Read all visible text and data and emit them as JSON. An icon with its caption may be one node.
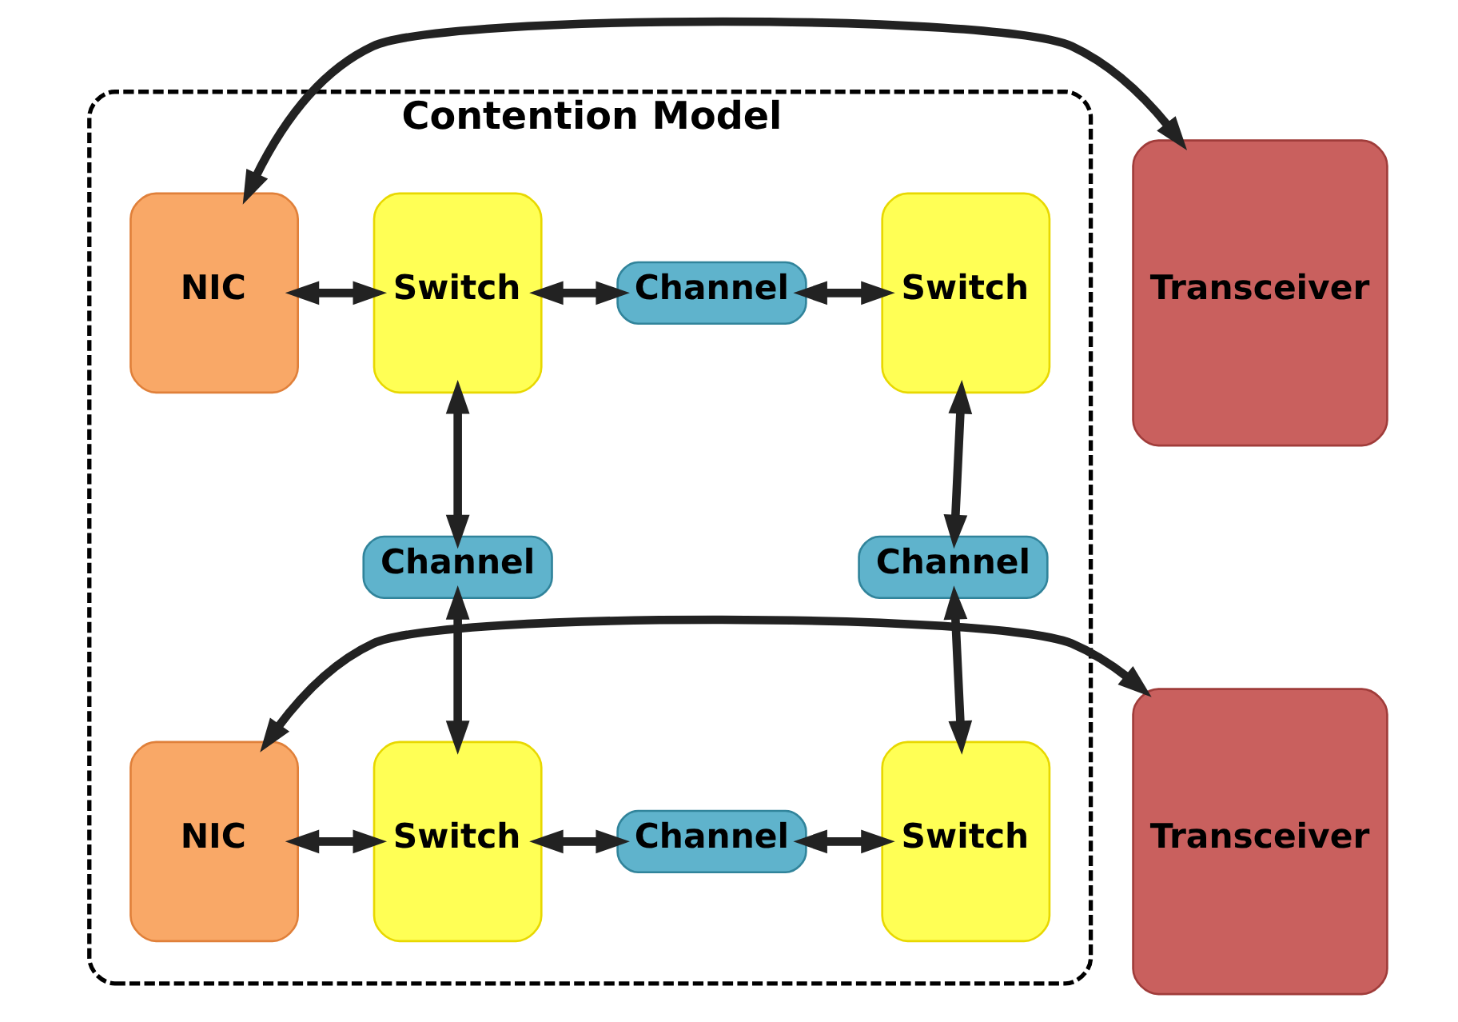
{
  "diagram": {
    "nodes": [
      {
        "text": [
          "Contention Model"
        ]
      },
      {
        "text": [
          "Transceiver"
        ]
      },
      {
        "text": [
          "Transceiver"
        ]
      },
      {
        "text": [
          "NIC"
        ],
        "in": 0
      },
      {
        "text": [
          "Switch"
        ],
        "in": 0
      },
      {
        "text": [
          "Channel"
        ],
        "in": 0
      },
      {
        "text": [
          "Switch"
        ],
        "in": 0
      },
      {
        "text": [
          "Channel"
        ],
        "in": 0
      },
      {
        "text": [
          "Channel"
        ],
        "in": 0
      },
      {
        "text": [
          "NIC"
        ],
        "in": 0
      },
      {
        "text": [
          "Switch"
        ],
        "in": 0
      },
      {
        "text": [
          "Channel"
        ],
        "in": 0
      },
      {
        "text": [
          "Switch"
        ],
        "in": 0
      }
    ],
    "edges": [
      {
        "from": 1,
        "to": 3,
        "arrow": "both"
      },
      {
        "from": 3,
        "to": 4,
        "arrow": "both"
      },
      {
        "from": 4,
        "to": 5,
        "arrow": "both"
      },
      {
        "from": 5,
        "to": 6,
        "arrow": "both"
      },
      {
        "from": 4,
        "to": 7,
        "arrow": "both"
      },
      {
        "from": 7,
        "to": 10,
        "arrow": "both"
      },
      {
        "from": 6,
        "to": 8,
        "arrow": "both"
      },
      {
        "from": 8,
        "to": 12,
        "arrow": "both"
      },
      {
        "from": 2,
        "to": 9,
        "arrow": "both"
      },
      {
        "from": 9,
        "to": 10,
        "arrow": "both"
      },
      {
        "from": 10,
        "to": 11,
        "arrow": "both"
      },
      {
        "from": 11,
        "to": 12,
        "arrow": "both"
      }
    ]
  }
}
